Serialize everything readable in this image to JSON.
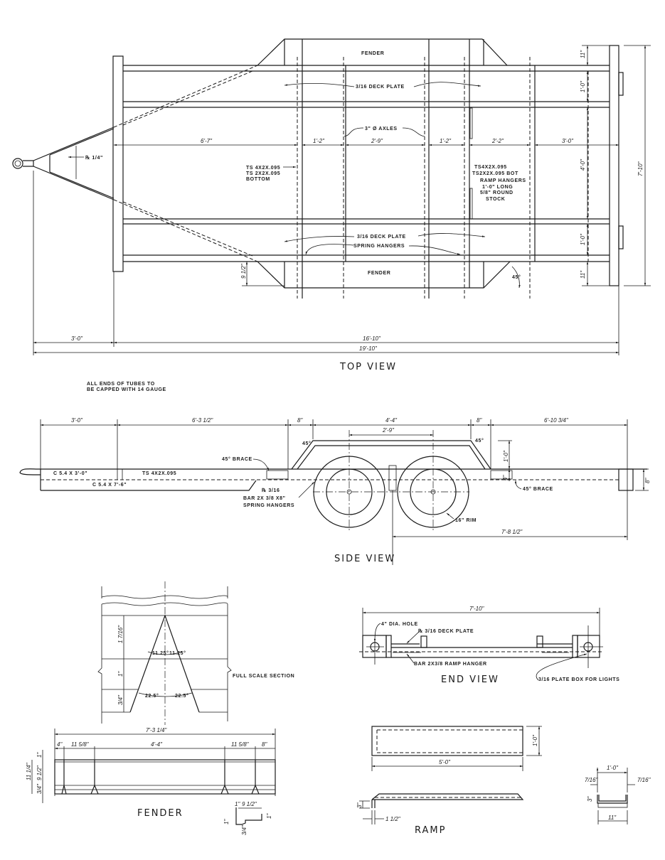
{
  "top_view": {
    "title": "TOP VIEW",
    "labels": {
      "fender_top": "FENDER",
      "fender_bottom": "FENDER",
      "deck_plate_top": "3/16 DECK PLATE",
      "deck_plate_bottom": "3/16 DECK PLATE",
      "spring_hangers": "SPRING HANGERS",
      "axles": "3\" Ø AXLES",
      "plate_tongue": "℞ 1/4\"",
      "ts_left_1": "TS 4X2X.095",
      "ts_left_2": "TS 2X2X.095",
      "ts_left_3": "BOTTOM",
      "ts_right_1": "TS4X2X.095",
      "ts_right_2": "TS2X2X.095 BOT",
      "ramp_1": "RAMP HANGERS",
      "ramp_2": "1'-0\" LONG",
      "ramp_3": "5/8\" ROUND",
      "ramp_4": "STOCK",
      "angle": "45°",
      "fender_offset": "9 1/2\""
    },
    "dims": {
      "d1": "6'-7\"",
      "d2": "1'-2\"",
      "d3": "2'-9\"",
      "d4": "1'-2\"",
      "d5": "2'-2\"",
      "d6": "3'-0\"",
      "r1": "11\"",
      "r2": "1'-0\"",
      "r3": "4'-0\"",
      "r4": "1'-0\"",
      "r5": "11\"",
      "overall_width": "7'-10\"",
      "tongue": "3'-0\"",
      "frame": "16'-10\"",
      "overall_length": "19'-10\""
    }
  },
  "note": {
    "line1": "ALL ENDS OF TUBES TO",
    "line2": "BE CAPPED WITH 14 GAUGE"
  },
  "side_view": {
    "title": "SIDE VIEW",
    "labels": {
      "c_short": "C 5.4 X 3'-0\"",
      "ts": "TS 4X2X.095",
      "c_long": "C 5.4 X 7'-6\"",
      "brace_left": "45° BRACE",
      "brace_right": "45° BRACE",
      "plate": "℞ 3/16",
      "bar_1": "BAR 2X 3/8 X8\"",
      "bar_2": "SPRING HANGERS",
      "rim": "16\" RIM",
      "angle_left": "45°",
      "angle_right": "45°"
    },
    "dims": {
      "d1": "3'-0\"",
      "d2": "6'-3 1/2\"",
      "d3": "8\"",
      "d4": "4'-4\"",
      "d5": "8\"",
      "d6": "6'-10 3/4\"",
      "axle_spacing": "2'-9\"",
      "rear": "7'-8 1/2\"",
      "fender_h": "1'-0\"",
      "drop": "4\"",
      "end_h": "8\""
    }
  },
  "section": {
    "label": "FULL SCALE SECTION",
    "dims": {
      "h1": "1 7/16\"",
      "h2": "1\"",
      "h3": "3/4\"",
      "a1": "11.25°",
      "a2": "11.25°",
      "a3": "22.5°",
      "a4": "22.5°"
    }
  },
  "fender": {
    "title": "FENDER",
    "dims": {
      "overall": "7'-3 1/4\"",
      "d1": "4\"",
      "d2": "11 5/8\"",
      "d3": "4'-4\"",
      "d4": "11 5/8\"",
      "d5": "8\"",
      "h_total": "11 1/4\"",
      "h_main": "9 1/2\"",
      "h_top": "1\"",
      "h_bot": "3/4\"",
      "p_w": "9 1/2\"",
      "p_l": "1\"",
      "p_r": "1\"",
      "p_h": "1\"",
      "p_b": "3/4\""
    }
  },
  "end_view": {
    "title": "END VIEW",
    "labels": {
      "hole": "4\" DIA. HOLE",
      "deck": "℞ 3/16 DECK PLATE",
      "bar": "BAR 2X3/8 RAMP HANGER",
      "box": "3/16 PLATE BOX FOR LIGHTS"
    },
    "dims": {
      "width": "7'-10\""
    }
  },
  "ramp": {
    "title": "RAMP",
    "dims": {
      "length": "5'-0\"",
      "width": "1'-0\"",
      "lip_h": "3\"",
      "lip_w": "1 1/2\"",
      "sec_w": "1'-0\"",
      "sec_t1": "7/16\"",
      "sec_t2": "7/16\"",
      "sec_h": "3\"",
      "sec_bot": "11\""
    }
  }
}
